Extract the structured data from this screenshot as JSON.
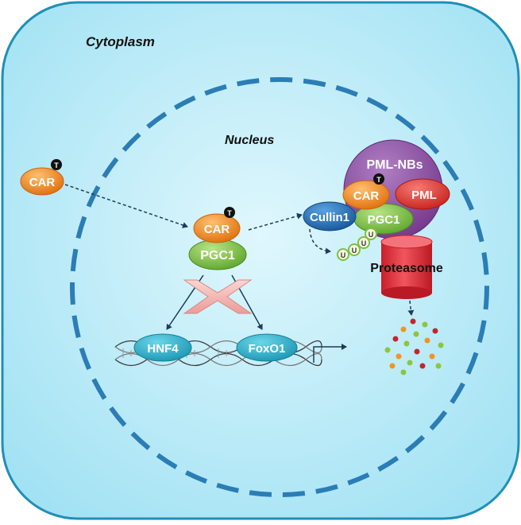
{
  "labels": {
    "cytoplasm": "Cytoplasm",
    "nucleus": "Nucleus",
    "proteasome": "Proteasome"
  },
  "proteins": {
    "car_cytoplasm": "CAR",
    "car_complex": "CAR",
    "pgc1_complex": "PGC1",
    "pml_nbs": "PML-NBs",
    "car_pml": "CAR",
    "pml": "PML",
    "pgc1_pml": "PGC1",
    "cullin1": "Cullin1",
    "hnf4": "HNF4",
    "foxo1": "FoxO1"
  },
  "markers": {
    "threonine": "T",
    "ubiquitin": "U"
  },
  "colors": {
    "cell_fill": "#b8ecf8",
    "nucleus_dash": "#2b7db6",
    "car": "#f28a1c",
    "pgc1": "#7cc142",
    "pml_nbs": "#8d4fa0",
    "pml": "#e0332e",
    "cullin1": "#1f6fb5",
    "hnf4": "#29b6cf",
    "proteasome": "#e8404a",
    "block_cross": "#f4b7b4"
  }
}
